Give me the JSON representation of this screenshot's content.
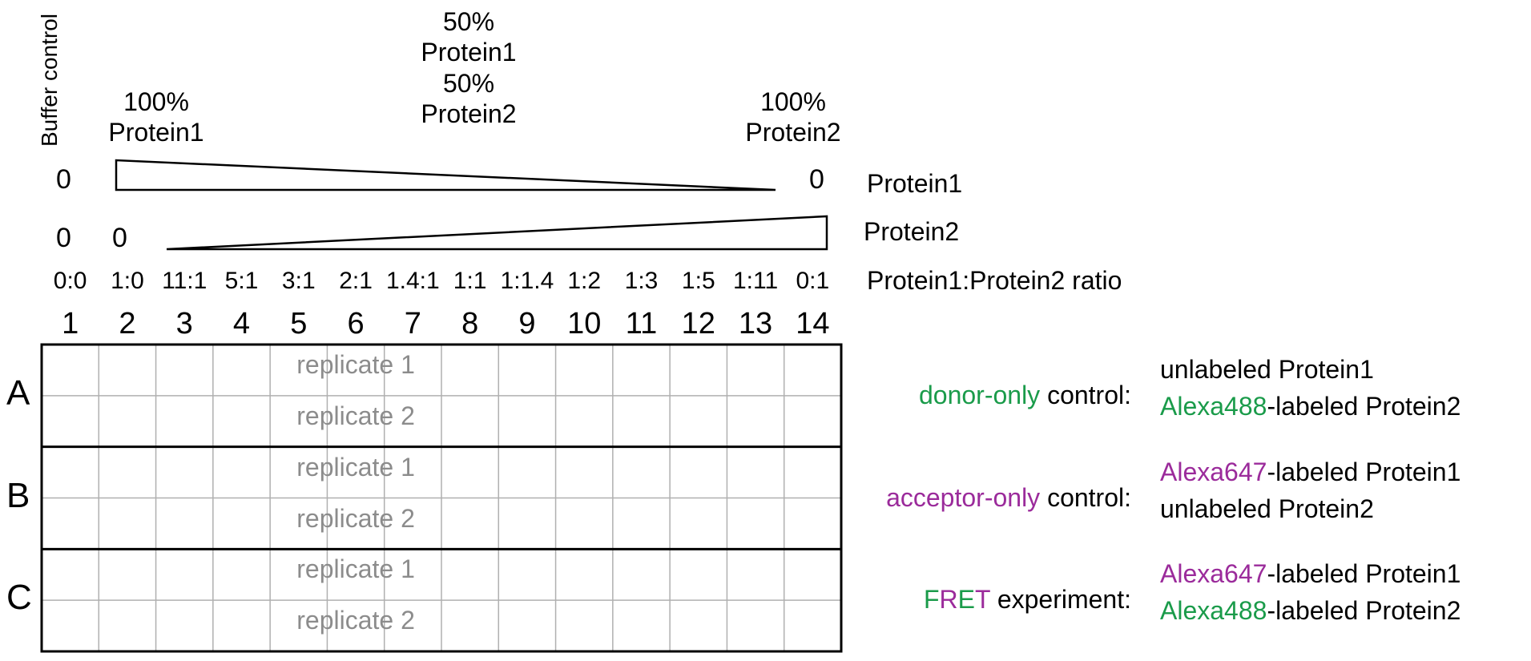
{
  "header": {
    "buffer_control": "Buffer control",
    "p1_pct": "100%",
    "p1_name": "Protein1",
    "mid_pct1": "50%",
    "mid_name1": "Protein1",
    "mid_pct2": "50%",
    "mid_name2": "Protein2",
    "p2_pct": "100%",
    "p2_name": "Protein2"
  },
  "gradients": {
    "protein1_label": "Protein1",
    "protein2_label": "Protein2",
    "zero": "0",
    "ratio_label": "Protein1:Protein2 ratio"
  },
  "ratios": [
    "0:0",
    "1:0",
    "11:1",
    "5:1",
    "3:1",
    "2:1",
    "1.4:1",
    "1:1",
    "1:1.4",
    "1:2",
    "1:3",
    "1:5",
    "1:11",
    "0:1"
  ],
  "columns": [
    "1",
    "2",
    "3",
    "4",
    "5",
    "6",
    "7",
    "8",
    "9",
    "10",
    "11",
    "12",
    "13",
    "14"
  ],
  "rows": [
    {
      "letter": "A",
      "rep1": "replicate 1",
      "rep2": "replicate 2",
      "desc_colored": "donor-only",
      "desc_rest": " control:",
      "line1_colored": "",
      "line1_rest": "unlabeled Protein1",
      "line2_colored": "Alexa488",
      "line2_rest": "-labeled Protein2"
    },
    {
      "letter": "B",
      "rep1": "replicate 1",
      "rep2": "replicate 2",
      "desc_colored": "acceptor-only",
      "desc_rest": " control:",
      "line1_colored": "Alexa647",
      "line1_rest": "-labeled Protein1",
      "line2_colored": "",
      "line2_rest": "unlabeled Protein2"
    },
    {
      "letter": "C",
      "rep1": "replicate 1",
      "rep2": "replicate 2",
      "fret_f": "F",
      "fret_r": "R",
      "fret_e": "E",
      "fret_t": "T",
      "desc_rest": " experiment:",
      "line1_colored": "Alexa647",
      "line1_rest": "-labeled Protein1",
      "line2_colored": "Alexa488",
      "line2_rest": "-labeled Protein2"
    }
  ],
  "colors": {
    "green": "#1a9b4a",
    "purple": "#9b2b9b",
    "gray_text": "#8c8c8c",
    "grid": "#b0b0b0"
  }
}
